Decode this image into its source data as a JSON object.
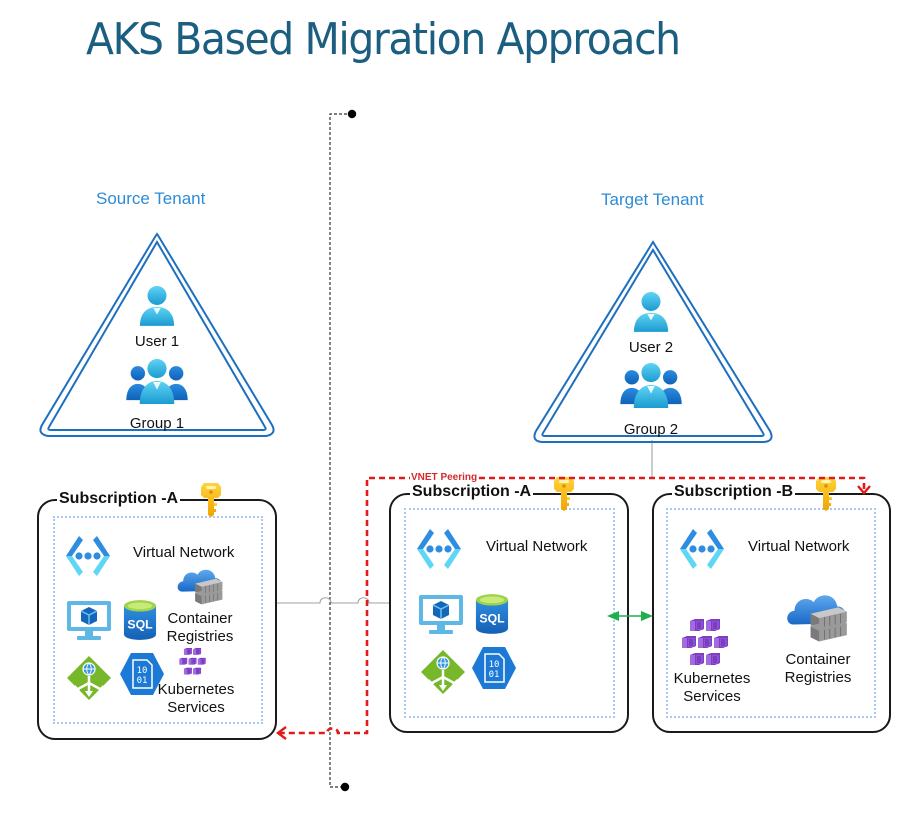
{
  "title": "AKS Based Migration Approach",
  "colors": {
    "title": "#1b5e80",
    "tenant_label": "#2e8bd6",
    "tenant_outline": "#1f6fc0",
    "vnet_peering": "#e01b1b",
    "bidirectional_link": "#1fae50",
    "key": "#f5b800"
  },
  "source_tenant": {
    "label": "Source Tenant",
    "user": {
      "label": "User 1",
      "icon": "user-icon"
    },
    "group": {
      "label": "Group 1",
      "icon": "group-icon"
    },
    "subscription": {
      "title": "Subscription -A",
      "key_icon": "key-icon",
      "virtual_network": {
        "label": "Virtual Network",
        "icon": "virtual-network-icon"
      },
      "container_registries": {
        "label_line1": "Container",
        "label_line2": "Registries",
        "icon": "container-registry-icon"
      },
      "kubernetes_services": {
        "label_line1": "Kubernetes",
        "label_line2": "Services",
        "icon": "kubernetes-service-icon"
      },
      "other_icons": [
        "virtual-machine-icon",
        "sql-database-icon",
        "application-gateway-icon",
        "storage-blob-icon"
      ]
    }
  },
  "target_tenant": {
    "label": "Target Tenant",
    "user": {
      "label": "User 2",
      "icon": "user-icon"
    },
    "group": {
      "label": "Group 2",
      "icon": "group-icon"
    },
    "subscription_a": {
      "title": "Subscription -A",
      "key_icon": "key-icon",
      "virtual_network": {
        "label": "Virtual Network",
        "icon": "virtual-network-icon"
      },
      "other_icons": [
        "virtual-machine-icon",
        "sql-database-icon",
        "application-gateway-icon",
        "storage-blob-icon"
      ]
    },
    "subscription_b": {
      "title": "Subscription -B",
      "key_icon": "key-icon",
      "virtual_network": {
        "label": "Virtual Network",
        "icon": "virtual-network-icon"
      },
      "kubernetes_services": {
        "label_line1": "Kubernetes",
        "label_line2": "Services",
        "icon": "kubernetes-service-icon"
      },
      "container_registries": {
        "label_line1": "Container",
        "label_line2": "Registries",
        "icon": "container-registry-icon"
      }
    }
  },
  "connections": {
    "vnet_peering_label": "VNET Peering"
  }
}
